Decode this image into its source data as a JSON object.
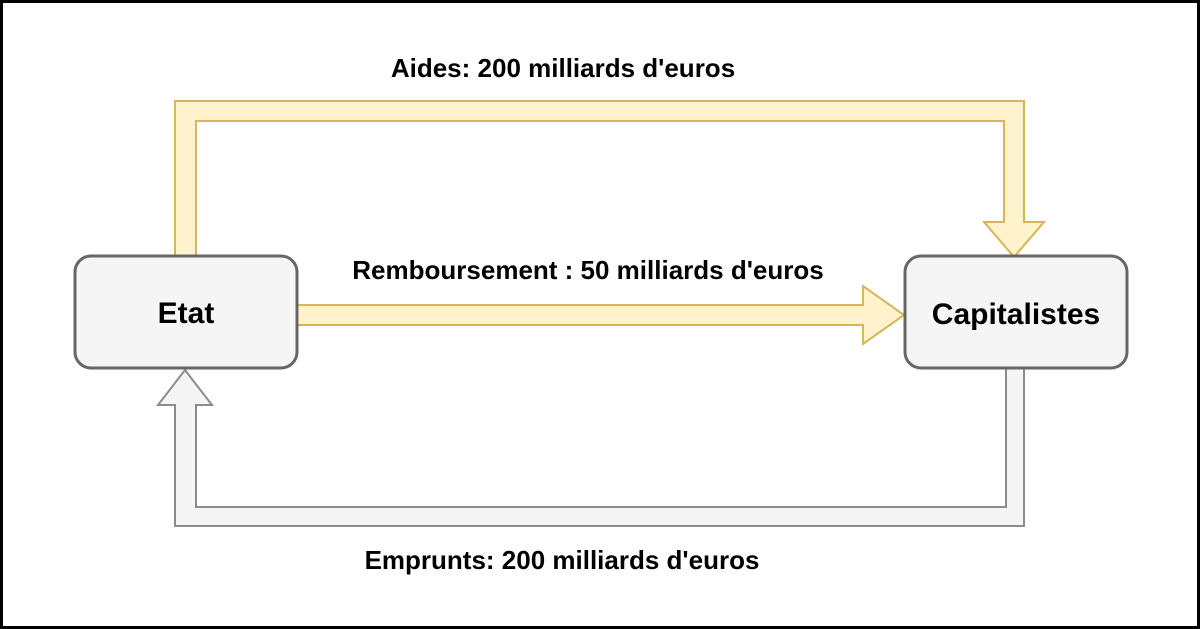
{
  "diagram": {
    "type": "flow-diagram",
    "background": "#FFFFFF",
    "frame_color": "#000000",
    "label_color": "#000000",
    "node_style": {
      "fill": "#F5F5F5",
      "stroke": "#666666"
    },
    "nodes": {
      "etat": {
        "label": "Etat"
      },
      "capitalistes": {
        "label": "Capitalistes"
      }
    },
    "flows": {
      "aides": {
        "label": "Aides: 200 milliards d'euros",
        "from": "Etat",
        "to": "Capitalistes",
        "amount_milliards_euros": 200,
        "fill": "#FFF2CC",
        "stroke": "#D6B656"
      },
      "remboursement": {
        "label": "Remboursement : 50 milliards d'euros",
        "from": "Etat",
        "to": "Capitalistes",
        "amount_milliards_euros": 50,
        "fill": "#FFF2CC",
        "stroke": "#D6B656"
      },
      "emprunts": {
        "label": "Emprunts: 200 milliards d'euros",
        "from": "Capitalistes",
        "to": "Etat",
        "amount_milliards_euros": 200,
        "fill": "#F5F5F5",
        "stroke": "#8C8C8C"
      }
    }
  }
}
